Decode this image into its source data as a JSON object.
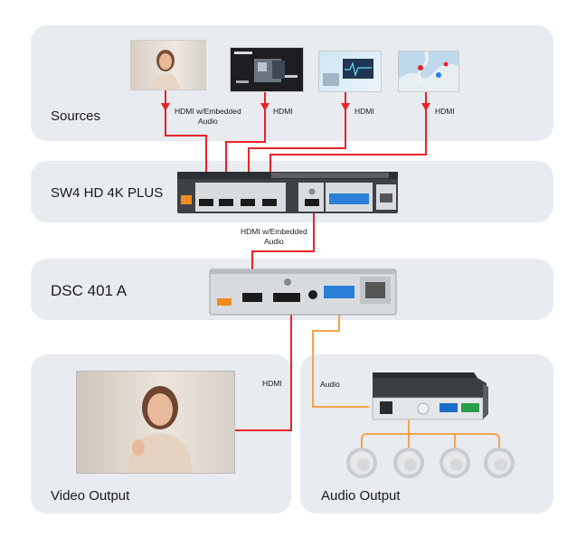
{
  "panels": {
    "sources": "Sources",
    "switcher": "SW4 HD 4K PLUS",
    "scaler": "DSC 401 A",
    "video_output": "Video Output",
    "audio_output": "Audio Output"
  },
  "cable_labels": {
    "src1_line1": "HDMI w/Embedded",
    "src1_line2": "Audio",
    "src2": "HDMI",
    "src3": "HDMI",
    "src4": "HDMI",
    "sw_out_line1": "HDMI w/Embedded",
    "sw_out_line2": "Audio",
    "video_out": "HDMI",
    "audio": "Audio"
  },
  "colors": {
    "hdmi_cable": "#e8232a",
    "audio_cable": "#f5a34a",
    "panel_bg": "#e8ebef"
  },
  "icons": {
    "source1": "woman-video-call-thumbnail",
    "source2": "broadcast-camera-thumbnail",
    "source3": "medical-screen-thumbnail",
    "source4": "map-thumbnail",
    "switcher": "sw4-switcher-device",
    "scaler": "dsc-scaler-device",
    "amplifier": "audio-amplifier-device",
    "speaker": "ceiling-speaker"
  }
}
